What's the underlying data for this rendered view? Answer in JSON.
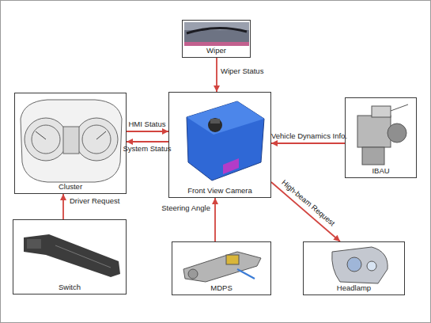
{
  "diagram": {
    "nodes": [
      {
        "text": [
          "Wiper"
        ]
      },
      {
        "text": [
          "Cluster"
        ]
      },
      {
        "text": [
          "Front View Camera"
        ]
      },
      {
        "text": [
          "IBAU"
        ]
      },
      {
        "text": [
          "Switch"
        ]
      },
      {
        "text": [
          "MDPS"
        ]
      },
      {
        "text": [
          "Headlamp"
        ]
      }
    ],
    "edges": [
      {
        "from": 0,
        "to": 2,
        "label": "Wiper Status",
        "arrow": "to"
      },
      {
        "from": 1,
        "to": 2,
        "label": "HMI Status",
        "arrow": "to"
      },
      {
        "from": 2,
        "to": 1,
        "label": "System Status",
        "arrow": "to"
      },
      {
        "from": 3,
        "to": 2,
        "label": "Vehicle Dynamics Info.",
        "arrow": "to"
      },
      {
        "from": 4,
        "to": 1,
        "label": "Driver Request",
        "arrow": "to"
      },
      {
        "from": 5,
        "to": 2,
        "label": "Steering Angle",
        "arrow": "to"
      },
      {
        "from": 2,
        "to": 6,
        "label": "High-beam Request",
        "arrow": "to"
      }
    ]
  }
}
